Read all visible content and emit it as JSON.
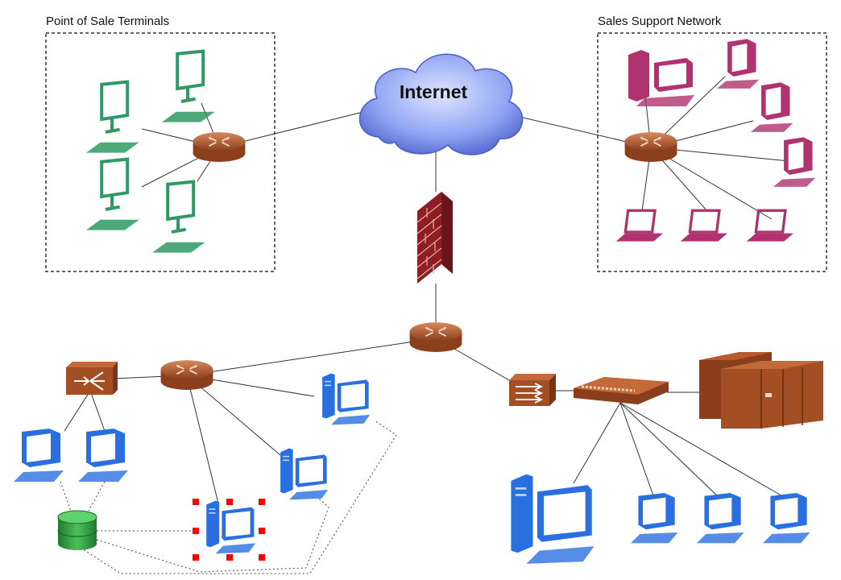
{
  "groups": {
    "pos": {
      "label": "Point of Sale Terminals"
    },
    "sales": {
      "label": "Sales Support Network"
    }
  },
  "internet": {
    "label": "Internet"
  },
  "colors": {
    "pos_device": "#2e9a63",
    "sales_device": "#b0336f",
    "lan_device": "#2a6fe0",
    "router": "#a8542b",
    "firewall": "#a8232b",
    "cloud": "#8a9ff0",
    "database": "#2d9a3a",
    "selection_handle": "#ff0000"
  },
  "icons": [
    "router-icon",
    "firewall-icon",
    "cloud-icon",
    "switch-icon",
    "hub-icon",
    "bridge-icon",
    "server-rack-icon",
    "database-icon",
    "monitor-icon",
    "desktop-computer-icon",
    "laptop-icon"
  ]
}
